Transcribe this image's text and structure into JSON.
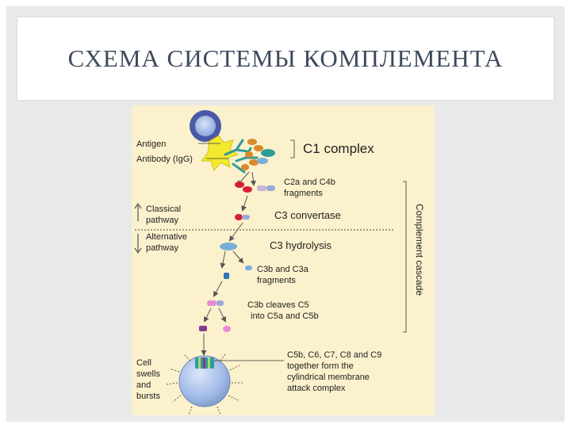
{
  "slide": {
    "title": "СХЕМА СИСТЕМЫ КОМПЛЕМЕНТА"
  },
  "diagram": {
    "antigen_label": "Antigen",
    "antibody_label": "Antibody (IgG)",
    "c1_complex_label": "C1 complex",
    "c2a_c4b_line1": "C2a and C4b",
    "c2a_c4b_line2": "fragments",
    "classical_line1": "Classical",
    "classical_line2": "pathway",
    "c3_convertase_label": "C3 convertase",
    "alternative_line1": "Alternative",
    "alternative_line2": "pathway",
    "c3_hydrolysis_label": "C3 hydrolysis",
    "c3b_c3a_line1": "C3b and C3a",
    "c3b_c3a_line2": "fragments",
    "c3b_cleaves_line1": "C3b cleaves C5",
    "c3b_cleaves_line2": "into C5a and C5b",
    "cascade_label": "Complement cascade",
    "cell_line1": "Cell",
    "cell_line2": "swells",
    "cell_line3": "and",
    "cell_line4": "bursts",
    "mac_line1": "C5b, C6, C7, C8 and C9",
    "mac_line2": "together form the",
    "mac_line3": "cylindrical membrane",
    "mac_line4": "attack complex"
  },
  "colors": {
    "frame_bg": "#e9e9e9",
    "figure_bg": "#fbf1cd",
    "title_text": "#3d4a5c",
    "cell_blue": "#9fb8e6",
    "antigen_yellow": "#f3e92e",
    "fragment_red": "#d41f36",
    "fragment_teal": "#2f9c97",
    "fragment_blue": "#7aaedc",
    "fragment_pink": "#e98ad8",
    "fragment_purple": "#8a3a8c"
  }
}
